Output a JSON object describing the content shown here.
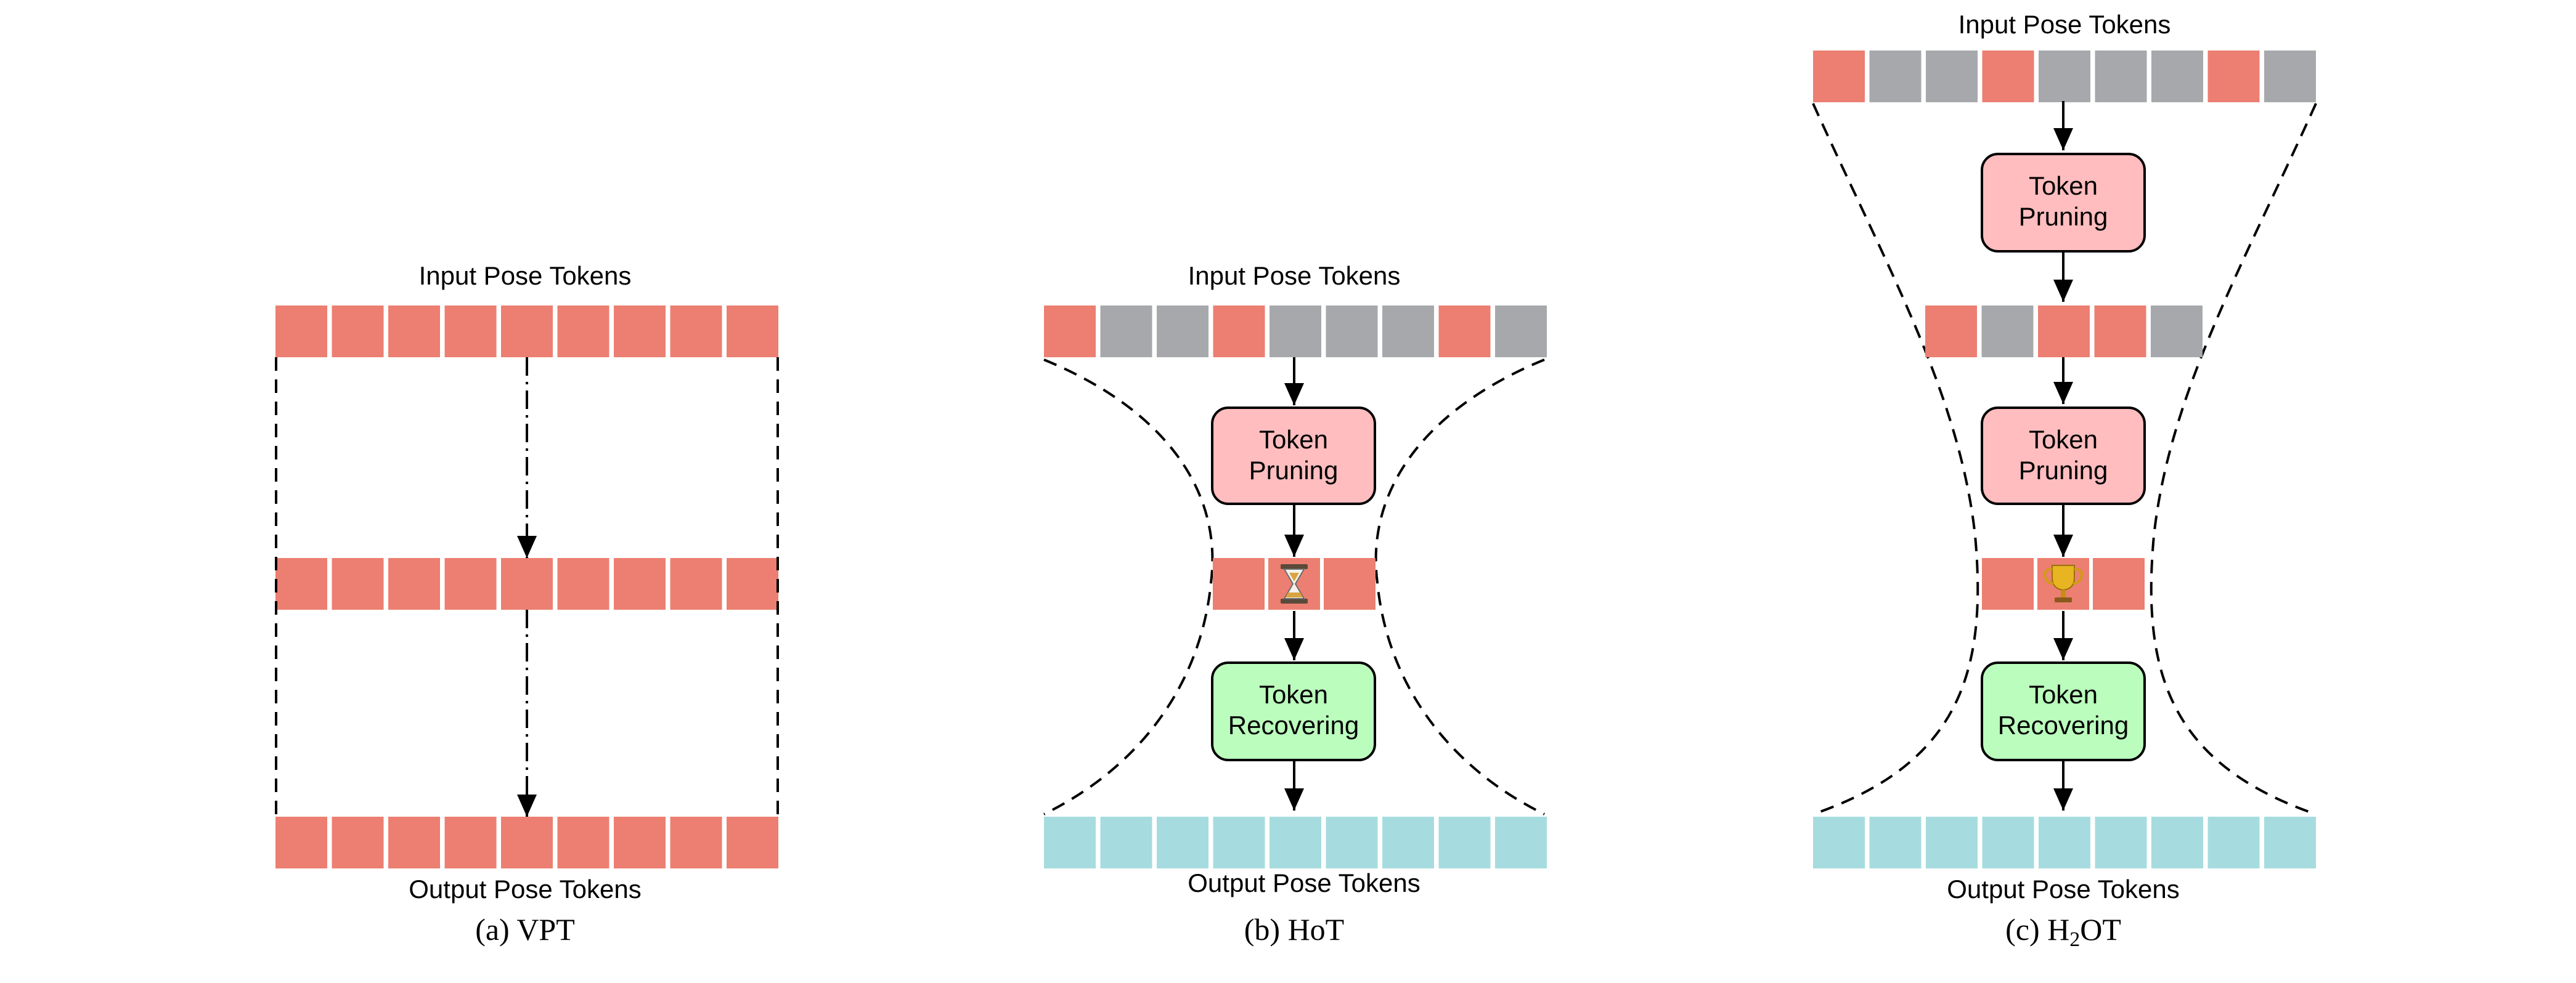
{
  "colors": {
    "kept_token": "#EC7F71",
    "pruned_token": "#A7A8AC",
    "output_token": "#A6DCDF",
    "pruning_box_fill": "#FFBDBF",
    "recovering_box_fill": "#BBFDBD",
    "line": "#000000"
  },
  "panels": [
    {
      "id": "vpt",
      "input_label": "Input Pose Tokens",
      "output_label": "Output Pose Tokens",
      "caption_letter": "(a)",
      "caption_name": "VPT",
      "input_tokens": [
        "kept",
        "kept",
        "kept",
        "kept",
        "kept",
        "kept",
        "kept",
        "kept",
        "kept"
      ],
      "middle_tokens": [
        "kept",
        "kept",
        "kept",
        "kept",
        "kept",
        "kept",
        "kept",
        "kept",
        "kept"
      ],
      "output_tokens": [
        "kept",
        "kept",
        "kept",
        "kept",
        "kept",
        "kept",
        "kept",
        "kept",
        "kept"
      ]
    },
    {
      "id": "hot",
      "input_label": "Input Pose Tokens",
      "output_label": "Output Pose Tokens",
      "caption_letter": "(b)",
      "caption_name": "HoT",
      "input_tokens": [
        "kept",
        "pruned",
        "pruned",
        "kept",
        "pruned",
        "pruned",
        "pruned",
        "kept",
        "pruned"
      ],
      "pruning_label": "Token Pruning",
      "middle_icon": "hourglass-icon",
      "recovering_label": "Token Recovering",
      "output_tokens": [
        "out",
        "out",
        "out",
        "out",
        "out",
        "out",
        "out",
        "out",
        "out"
      ]
    },
    {
      "id": "h2ot",
      "input_label": "Input Pose Tokens",
      "output_label": "Output Pose Tokens",
      "caption_letter": "(c)",
      "caption_name_main": "H",
      "caption_name_sub": "2",
      "caption_name_tail": "OT",
      "input_tokens": [
        "kept",
        "pruned",
        "pruned",
        "kept",
        "pruned",
        "pruned",
        "pruned",
        "kept",
        "pruned"
      ],
      "pruning_label_1": "Token Pruning",
      "mid_tokens": [
        "kept",
        "pruned",
        "kept",
        "kept",
        "pruned"
      ],
      "pruning_label_2": "Token Pruning",
      "middle_icon": "trophy-icon",
      "recovering_label": "Token Recovering",
      "output_tokens": [
        "out",
        "out",
        "out",
        "out",
        "out",
        "out",
        "out",
        "out",
        "out"
      ]
    }
  ]
}
